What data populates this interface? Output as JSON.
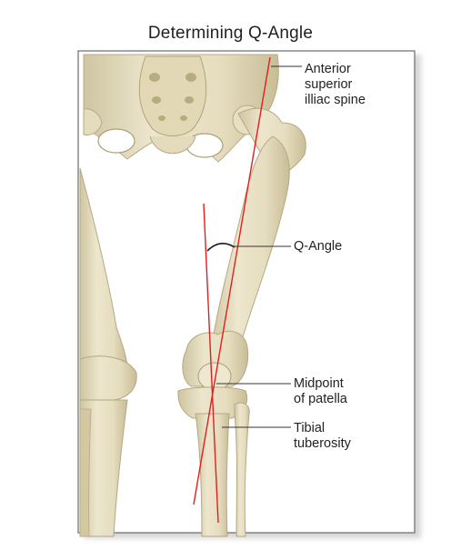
{
  "title": "Determining Q-Angle",
  "labels": {
    "asis": [
      "Anterior",
      "superior",
      "illiac spine"
    ],
    "q_angle": "Q-Angle",
    "midpoint": [
      "Midpoint",
      "of patella"
    ],
    "tibial": [
      "Tibial",
      "tuberosity"
    ]
  },
  "colors": {
    "line": "#e11f1f",
    "bone": "#e8e0c5",
    "bone_shadow": "#c9bf9c",
    "frame_shadow": "#cfcfcf",
    "leader": "#333333"
  }
}
